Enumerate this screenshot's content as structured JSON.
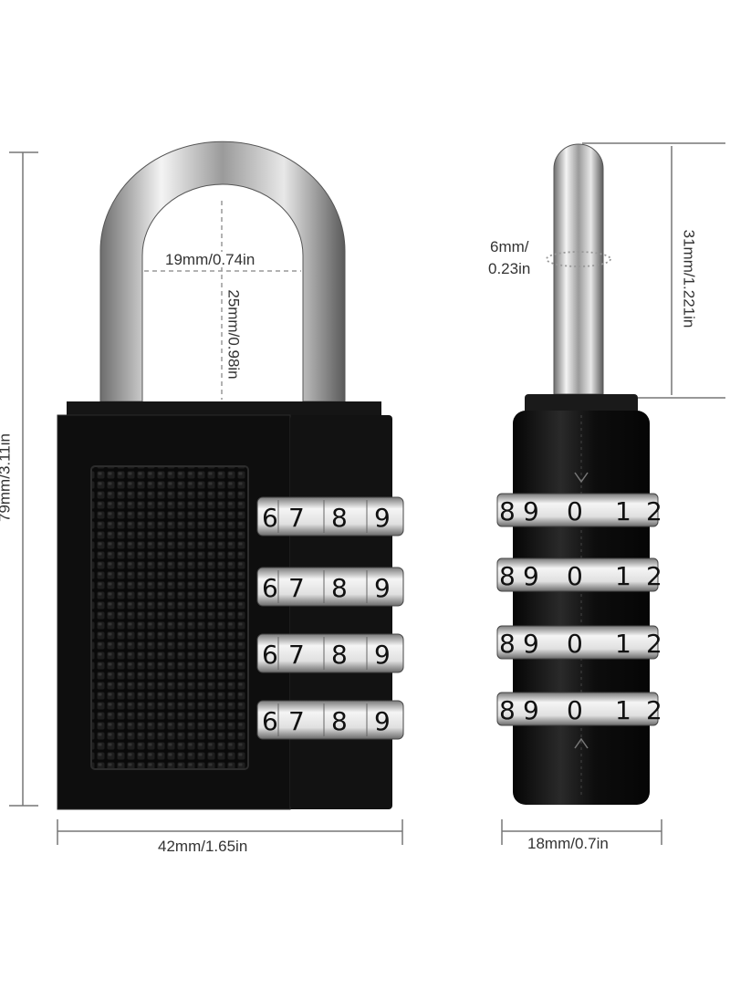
{
  "dimensions": {
    "total_height": "79mm/3.11in",
    "body_width": "42mm/1.65in",
    "shackle_inner_width": "19mm/0.74in",
    "shackle_inner_height": "25mm/0.98in",
    "side_width": "18mm/0.7in",
    "shackle_height": "31mm/1.221in",
    "shackle_diameter_mm": "6mm/",
    "shackle_diameter_in": "0.23in"
  },
  "front_dials": {
    "digits": [
      "6",
      "7",
      "8",
      "9"
    ]
  },
  "side_dials": {
    "digits": [
      "8",
      "9",
      "0",
      "1",
      "2"
    ]
  },
  "colors": {
    "lock_body": "#101010",
    "chrome": "#c8c8c8",
    "dimension_line": "#777777"
  }
}
